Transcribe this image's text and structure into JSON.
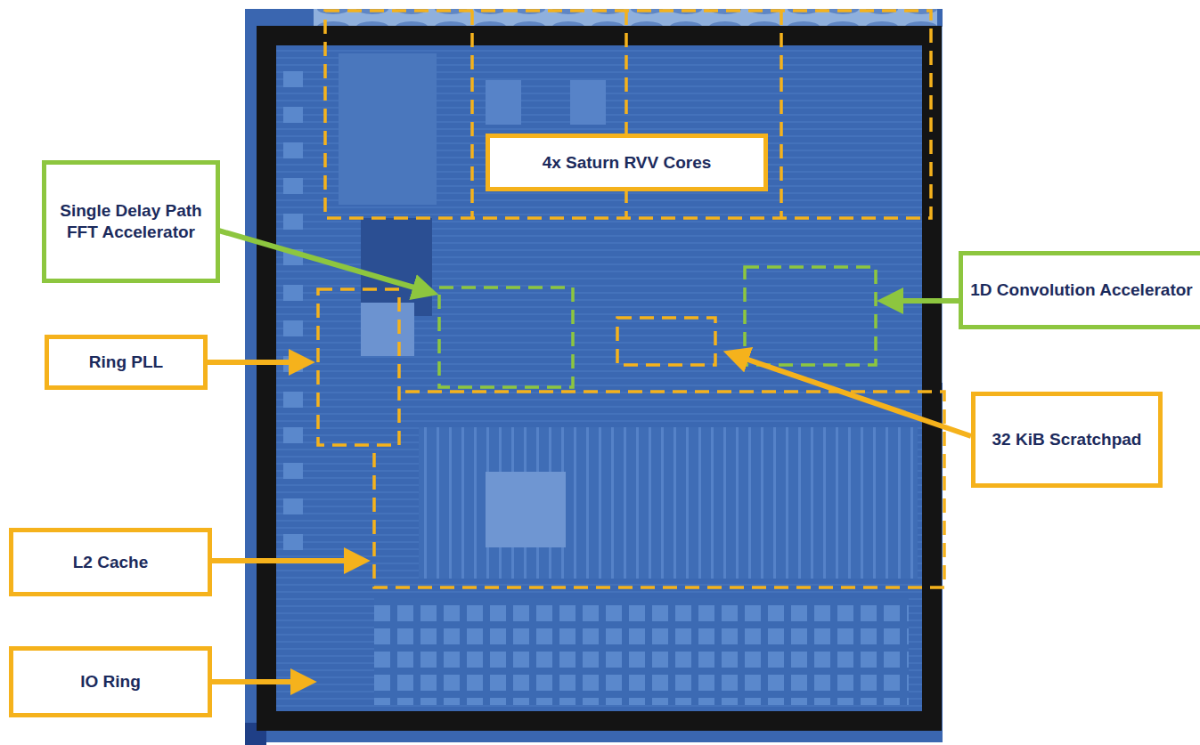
{
  "diagram": {
    "nodes": [
      {
        "text": [
          "4x Saturn RVV Cores"
        ]
      },
      {
        "text": [
          "Single Delay Path FFT Accelerator"
        ]
      },
      {
        "text": [
          "1D Convolution Accelerator"
        ]
      },
      {
        "text": [
          "Ring PLL"
        ]
      },
      {
        "text": [
          "32 KiB Scratchpad"
        ]
      },
      {
        "text": [
          "L2 Cache"
        ]
      },
      {
        "text": [
          "IO Ring"
        ]
      }
    ]
  }
}
